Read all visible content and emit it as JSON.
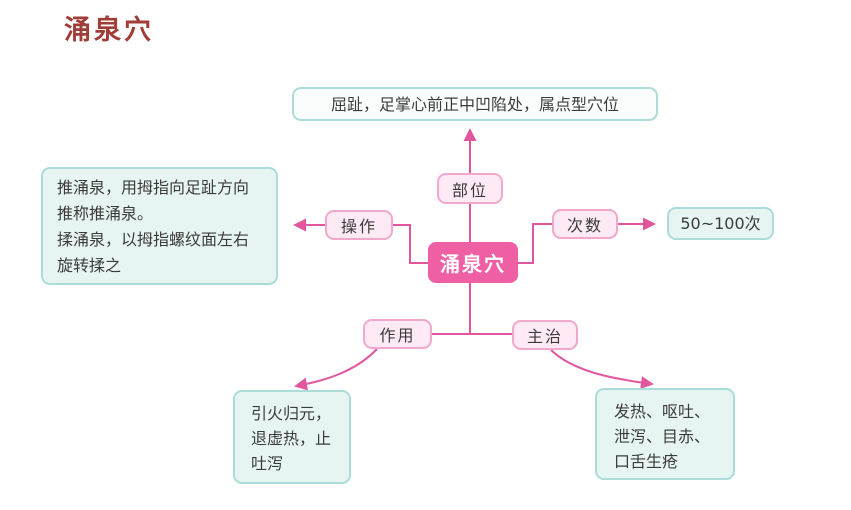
{
  "page": {
    "title": "涌泉穴"
  },
  "diagram": {
    "center_label": "涌泉穴",
    "nodes": {
      "buwei": {
        "label": "部位",
        "content": "屈趾，足掌心前正中凹陷处，属点型穴位"
      },
      "caozuo": {
        "label": "操作",
        "content": "推涌泉，用拇指向足趾方向推称推涌泉。\n揉涌泉，以拇指螺纹面左右旋转揉之"
      },
      "cishu": {
        "label": "次数",
        "content": "50~100次"
      },
      "zuoyong": {
        "label": "作用",
        "content": "引火归元，退虚热，止吐泻"
      },
      "zhuzhi": {
        "label": "主治",
        "content": "发热、呕吐、泄泻、目赤、口舌生疮"
      }
    },
    "colors": {
      "title": "#a03d36",
      "text": "#3b3b3b",
      "center_fill": "#ee5fa4",
      "center_text": "#ffffff",
      "label_fill": "#fdeaf4",
      "label_border": "#f2a7cd",
      "content_fill": "#e7f5f2",
      "content_border": "#abdcd9",
      "connector": "#e2569e"
    }
  }
}
